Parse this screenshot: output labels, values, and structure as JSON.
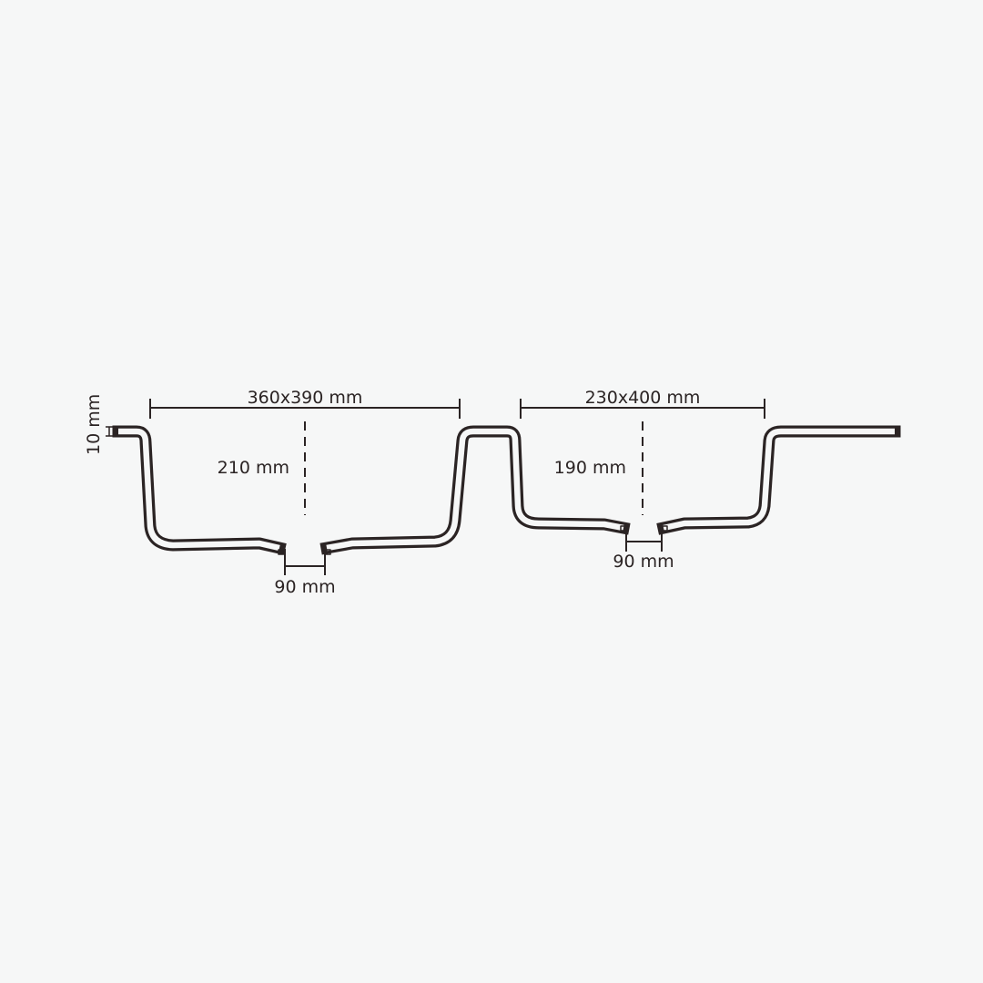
{
  "colors": {
    "background": "#f6f7f7",
    "line": "#2b2424"
  },
  "dimensions": {
    "thickness": "10 mm",
    "left_bowl_size": "360x390 mm",
    "left_bowl_depth": "210 mm",
    "left_drain": "90 mm",
    "right_bowl_size": "230x400 mm",
    "right_bowl_depth": "190 mm",
    "right_drain": "90 mm"
  }
}
